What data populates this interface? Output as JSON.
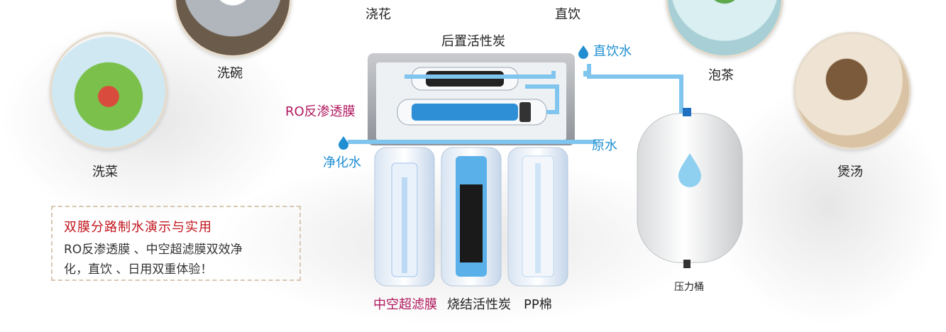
{
  "uses": {
    "wash_vegetables": "洗菜",
    "wash_bowls": "洗碗",
    "wash_flowers": "浇花",
    "direct_drink": "直饮",
    "make_tea": "泡茶",
    "stew_soup": "煲汤"
  },
  "diagram_labels": {
    "post_carbon": "后置活性炭",
    "ro_membrane": "RO反渗透膜",
    "direct_water": "直饮水",
    "purified_water": "净化水",
    "raw_water": "原水",
    "hollow_fiber": "中空超滤膜",
    "sintered_carbon": "烧结活性炭",
    "pp_cotton": "PP棉",
    "pressure_tank": "压力桶"
  },
  "promo": {
    "title": "双膜分路制水演示与实用",
    "line1": "RO反渗透膜 、中空超滤膜双效净",
    "line2": "化，直饮 、日用双重体验！"
  },
  "colors": {
    "accent_blue": "#1f8fd1",
    "accent_magenta": "#b0185e",
    "title_red": "#c0141b",
    "water_blue": "#7fc5ee"
  }
}
